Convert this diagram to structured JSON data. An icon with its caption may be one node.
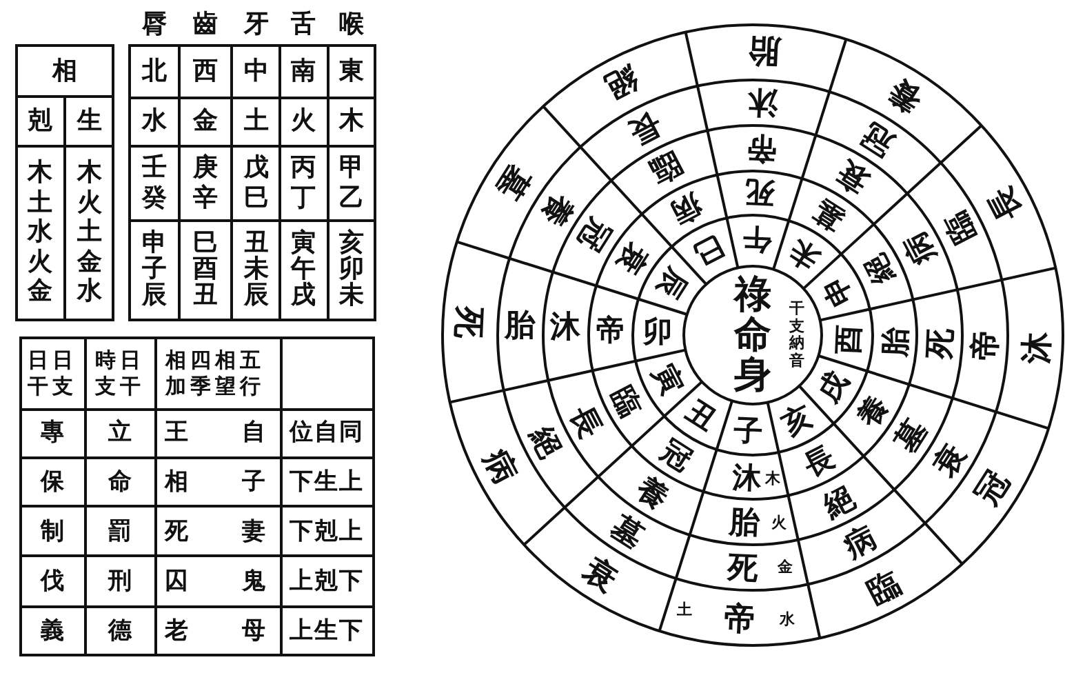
{
  "diagram": {
    "labels": [
      "脣",
      "齒",
      "牙",
      "舌",
      "喉",
      "相",
      "剋",
      "生",
      "木土水火金",
      "木火土金水",
      "北",
      "西",
      "中",
      "南",
      "東",
      "水",
      "金",
      "土",
      "火",
      "木",
      "壬癸",
      "庚辛",
      "戊巳",
      "丙丁",
      "甲乙",
      "申子辰",
      "巳酉丑",
      "丑未辰",
      "寅午戌",
      "亥卯未",
      "日日干支",
      "時日支干",
      "相四相五加季望行",
      "專",
      "立",
      "王",
      "自",
      "位自同",
      "保",
      "命",
      "相",
      "子",
      "下生上",
      "制",
      "罰",
      "死",
      "妻",
      "下剋上",
      "伐",
      "刑",
      "囚",
      "鬼",
      "上剋下",
      "義",
      "德",
      "老",
      "母",
      "上生下",
      "祿命身",
      "干支納音",
      "巳",
      "午",
      "未",
      "辰",
      "申",
      "卯",
      "酉",
      "寅",
      "戌",
      "丑",
      "子",
      "亥",
      "病",
      "死",
      "墓",
      "衰",
      "絕",
      "帝",
      "胎",
      "臨",
      "養",
      "冠",
      "沐",
      "長",
      "臨",
      "帝",
      "衰",
      "冠",
      "病",
      "沐",
      "死",
      "長",
      "墓",
      "養",
      "胎",
      "絕",
      "長",
      "沐",
      "冠",
      "養",
      "臨",
      "胎",
      "帝",
      "絕",
      "衰",
      "墓",
      "死",
      "病",
      "絕",
      "胎",
      "養",
      "墓",
      "長",
      "死",
      "沐",
      "病",
      "冠",
      "衰",
      "帝",
      "臨",
      "木",
      "火",
      "金",
      "土",
      "水"
    ]
  }
}
